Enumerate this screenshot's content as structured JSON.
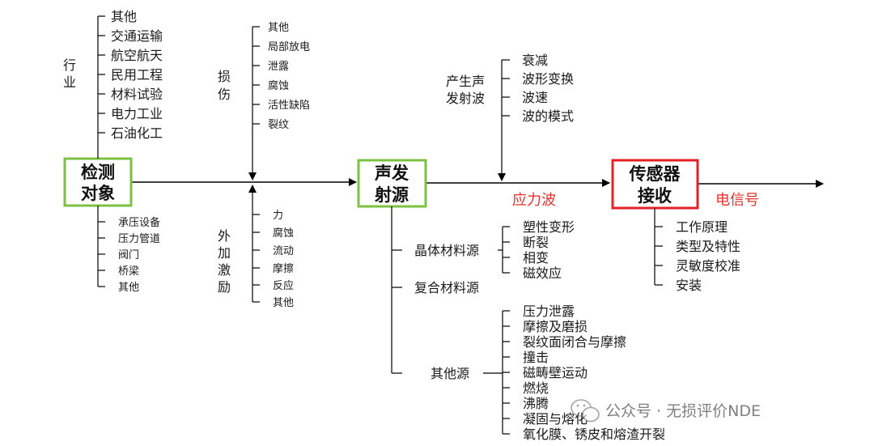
{
  "boxes": {
    "detection_target": [
      "检测",
      "对象"
    ],
    "ae_source": [
      "声发",
      "射源"
    ],
    "sensor": [
      "传感器",
      "接收"
    ]
  },
  "industry": {
    "label": [
      "行",
      "业"
    ],
    "items": [
      "其他",
      "交通运输",
      "航空航天",
      "民用工程",
      "材料试验",
      "电力工业",
      "石油化工"
    ]
  },
  "targets": [
    "承压设备",
    "压力管道",
    "阀门",
    "桥梁",
    "其他"
  ],
  "damage": {
    "label": [
      "损",
      "伤"
    ],
    "items": [
      "其他",
      "局部放电",
      "泄露",
      "腐蚀",
      "活性缺陷",
      "裂纹"
    ]
  },
  "external": {
    "label": [
      "外",
      "加",
      "激",
      "励"
    ],
    "items": [
      "力",
      "腐蚀",
      "流动",
      "摩擦",
      "反应",
      "其他"
    ]
  },
  "wave_generation": {
    "label": [
      "产生声",
      "发射波"
    ],
    "items": [
      "衰减",
      "波形变换",
      "波速",
      "波的模式"
    ]
  },
  "stress_wave": "应力波",
  "electric_signal": "电信号",
  "crystal_source": {
    "label": "晶体材料源",
    "items": [
      "塑性变形",
      "断裂",
      "相变",
      "磁效应"
    ]
  },
  "composite_source": "复合材料源",
  "other_source": {
    "label": "其他源",
    "items": [
      "压力泄露",
      "摩擦及磨损",
      "裂纹面闭合与摩擦",
      "撞击",
      "磁畴壁运动",
      "燃烧",
      "沸腾",
      "凝固与熔化",
      "氧化膜、锈皮和熔渣开裂"
    ]
  },
  "sensor_items": [
    "工作原理",
    "类型及特性",
    "灵敏度校准",
    "安装"
  ],
  "watermark": "公众号 · 无损评价NDE",
  "colors": {
    "green_box": "#7cc242",
    "red_box": "#e32228",
    "red_text": "#e8312f",
    "line": "#000000"
  }
}
